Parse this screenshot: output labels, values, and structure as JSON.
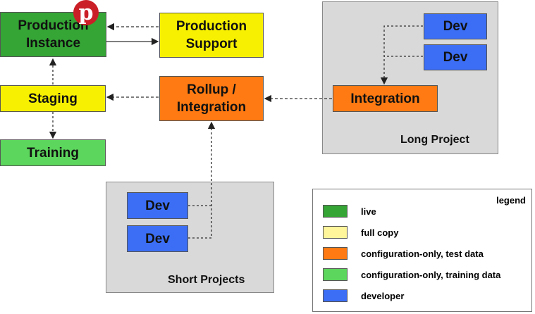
{
  "colors": {
    "live": "#35a535",
    "full_copy": "#f7f000",
    "config_test": "#ff7a12",
    "config_training": "#5cd65c",
    "developer": "#3b6ef5",
    "group_bg": "#d9d9d9"
  },
  "nodes": {
    "production_instance": "Production\nInstance",
    "production_support": "Production\nSupport",
    "staging": "Staging",
    "training": "Training",
    "rollup": "Rollup /\nIntegration",
    "integration": "Integration",
    "dev": "Dev"
  },
  "groups": {
    "long_project": "Long Project",
    "short_projects": "Short Projects"
  },
  "legend": {
    "title": "legend",
    "items": [
      {
        "label": "live",
        "color": "#35a535"
      },
      {
        "label": "full copy",
        "color": "#fff59a"
      },
      {
        "label": "configuration-only, test data",
        "color": "#ff7a12"
      },
      {
        "label": "configuration-only, training data",
        "color": "#5cd65c"
      },
      {
        "label": "developer",
        "color": "#3b6ef5"
      }
    ]
  },
  "pinterest_icon": "pinterest-logo"
}
